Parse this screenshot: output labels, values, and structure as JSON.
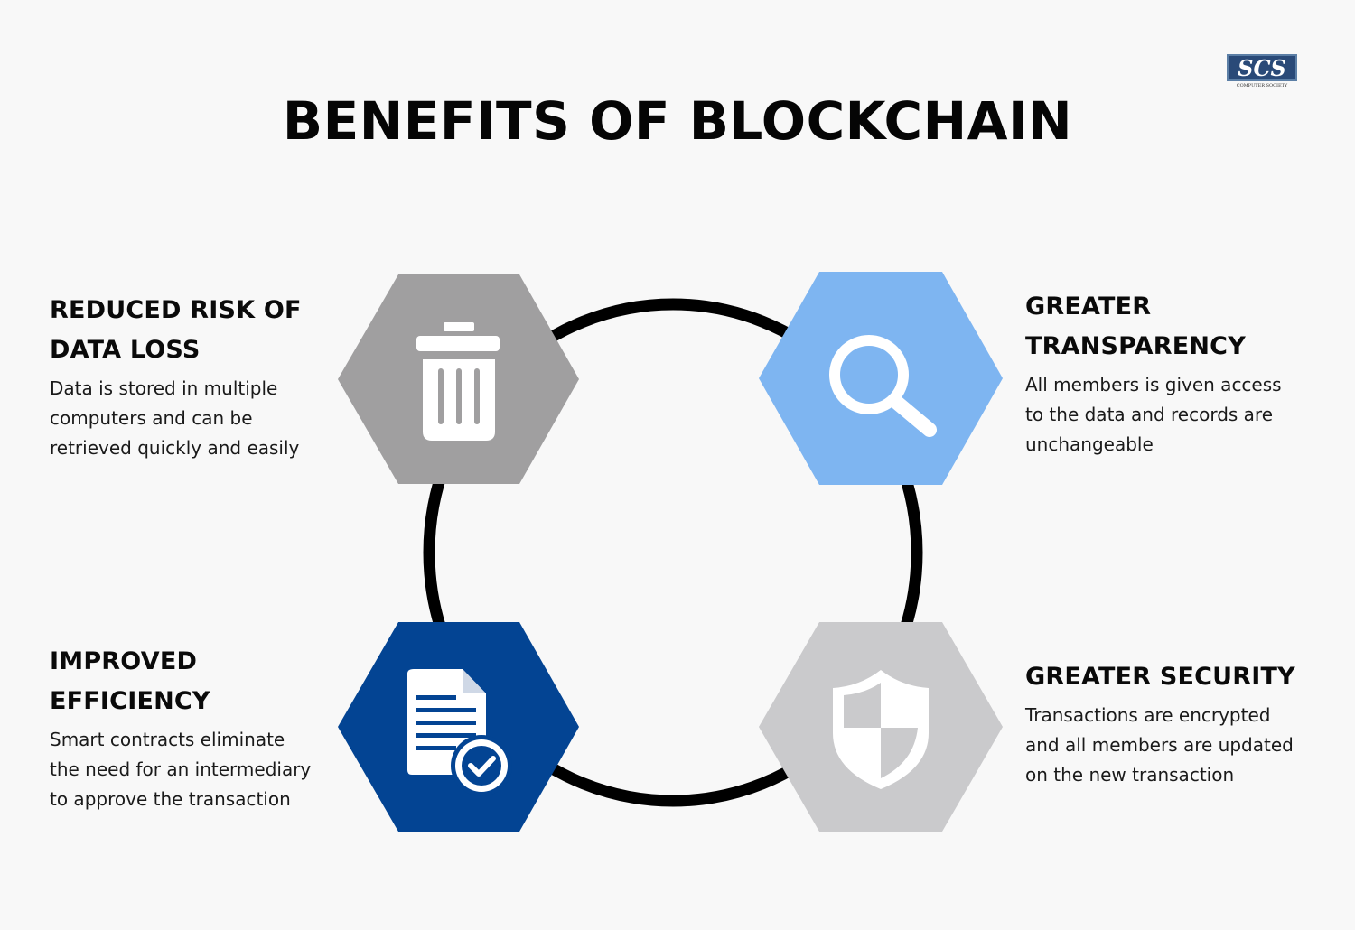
{
  "title": "BENEFITS OF BLOCKCHAIN",
  "logo": {
    "text": "SCS",
    "subtext": "COMPUTER SOCIETY"
  },
  "benefits": [
    {
      "heading_line1": "REDUCED RISK OF",
      "heading_line2": "DATA LOSS",
      "desc_line1": "Data is stored in multiple",
      "desc_line2": "computers and can be",
      "desc_line3": "retrieved quickly and easily",
      "icon": "trash-icon",
      "color": "#a09fa0"
    },
    {
      "heading_line1": "GREATER",
      "heading_line2": "TRANSPARENCY",
      "desc_line1": "All members is given access",
      "desc_line2": "to the data and records are",
      "desc_line3": "unchangeable",
      "icon": "search-icon",
      "color": "#7eb5f1"
    },
    {
      "heading_line1": "IMPROVED",
      "heading_line2": "EFFICIENCY",
      "desc_line1": "Smart contracts eliminate",
      "desc_line2": "the need for an intermediary",
      "desc_line3": "to approve the transaction",
      "icon": "document-check-icon",
      "color": "#034493"
    },
    {
      "heading_line1": "GREATER SECURITY",
      "desc_line1": "Transactions are encrypted",
      "desc_line2": "and all members are updated",
      "desc_line3": "on the new transaction",
      "icon": "shield-icon",
      "color": "#cacacc"
    }
  ]
}
